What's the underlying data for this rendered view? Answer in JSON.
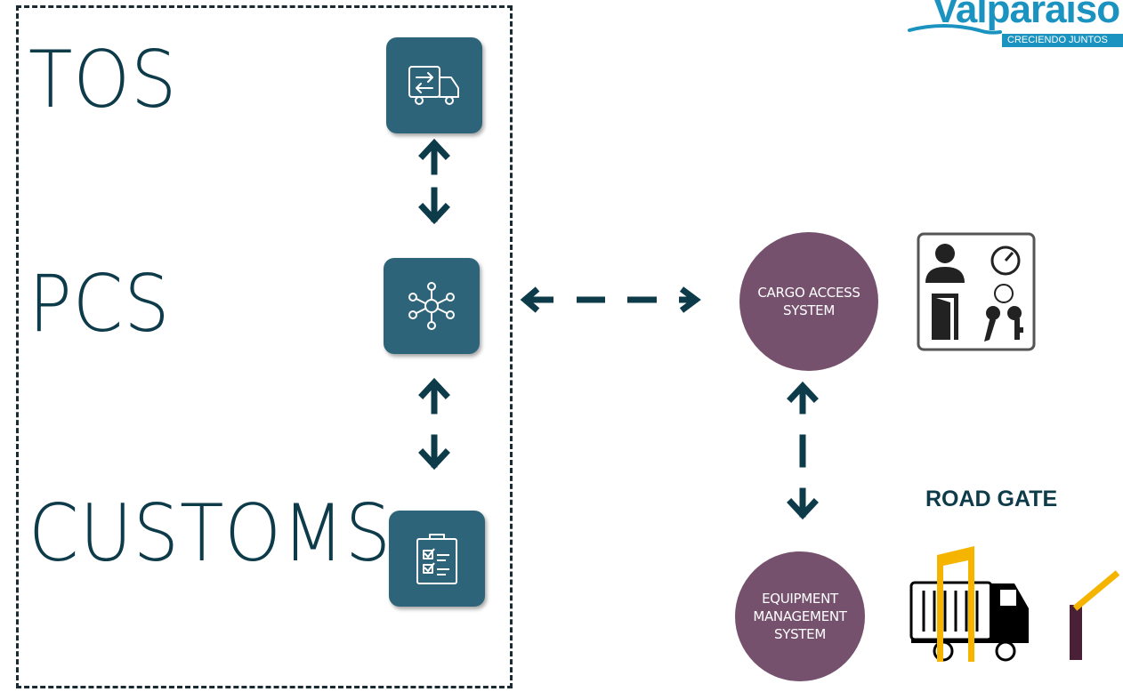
{
  "left_group": {
    "tos_label": "TOS",
    "pcs_label": "PCS",
    "customs_label": "CUSTOMS"
  },
  "right_group": {
    "cargo_access": "CARGO ACCESS\nSYSTEM",
    "equipment_management": "EQUIPMENT\nMANAGEMENT\nSYSTEM",
    "road_gate": "ROAD GATE"
  },
  "logo": {
    "name": "Valparaiso",
    "tagline": "CRECIENDO JUNTOS"
  },
  "icons": {
    "tos": "truck-transfer-icon",
    "pcs": "network-hub-icon",
    "customs": "clipboard-checklist-icon",
    "access": "access-control-icon",
    "gate": "truck-gate-icon"
  },
  "colors": {
    "dark_text": "#0d3b4a",
    "icon_box": "#2e6479",
    "circle": "#76516e",
    "arrow": "#0d3b4a",
    "logo_blue": "#1a93c0",
    "gate_yellow": "#f4b400"
  }
}
